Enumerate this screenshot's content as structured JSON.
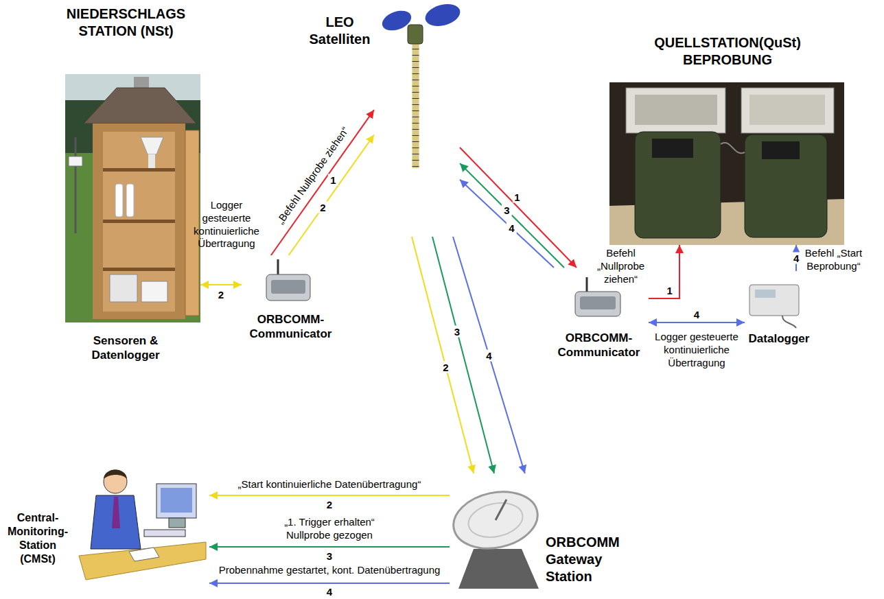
{
  "diagram": {
    "nodes": [
      {
        "text": [
          "NIEDERSCHLAGS STATION (NSt)",
          "Sensoren & Datenlogger"
        ]
      },
      {
        "text": [
          "LEO Satelliten"
        ]
      },
      {
        "text": [
          "QUELLSTATION(QuSt) BEPROBUNG"
        ]
      },
      {
        "text": [
          "ORBCOMM- Communicator"
        ]
      },
      {
        "text": [
          "ORBCOMM- Communicator"
        ]
      },
      {
        "text": [
          "Datalogger"
        ]
      },
      {
        "text": [
          "Central- Monitoring- Station (CMSt)"
        ]
      },
      {
        "text": [
          "ORBCOMM Gateway Station"
        ]
      }
    ],
    "edges": [
      {
        "from": 3,
        "to": 1,
        "arrow": "to",
        "label": "1"
      },
      {
        "from": 3,
        "to": 1,
        "arrow": "to",
        "label": "2"
      },
      {
        "from": 0,
        "to": 3,
        "arrow": "both",
        "label": "2"
      },
      {
        "from": 1,
        "to": 4,
        "arrow": "to",
        "label": "1"
      },
      {
        "from": 4,
        "to": 1,
        "arrow": "to",
        "label": "3"
      },
      {
        "from": 4,
        "to": 1,
        "arrow": "to",
        "label": "4"
      },
      {
        "from": 4,
        "to": 2,
        "arrow": "to",
        "label": "1"
      },
      {
        "from": 4,
        "to": 5,
        "arrow": "both",
        "label": "4"
      },
      {
        "from": 5,
        "to": 2,
        "arrow": "to",
        "label": "4"
      },
      {
        "from": 1,
        "to": 7,
        "arrow": "to",
        "label": "2"
      },
      {
        "from": 1,
        "to": 7,
        "arrow": "to",
        "label": "3"
      },
      {
        "from": 1,
        "to": 7,
        "arrow": "to",
        "label": "4"
      },
      {
        "from": 7,
        "to": 6,
        "arrow": "to",
        "label": "2"
      },
      {
        "from": 7,
        "to": 6,
        "arrow": "to",
        "label": "3"
      },
      {
        "from": 7,
        "to": 6,
        "arrow": "to",
        "label": "4"
      }
    ],
    "labels": [
      "„Befehl Nullprobe ziehen“",
      "Logger gesteuerte kontinuierliche Übertragung",
      "Befehl „Nullprobe ziehen“",
      "Befehl „Start Beprobung“",
      "Logger gesteuerte kontinuierliche Übertragung",
      "„Start kontinuierliche Datenübertragung“",
      "„1. Trigger erhalten“ Nullprobe gezogen",
      "Probennahme gestartet, kont. Datenübertragung"
    ]
  }
}
